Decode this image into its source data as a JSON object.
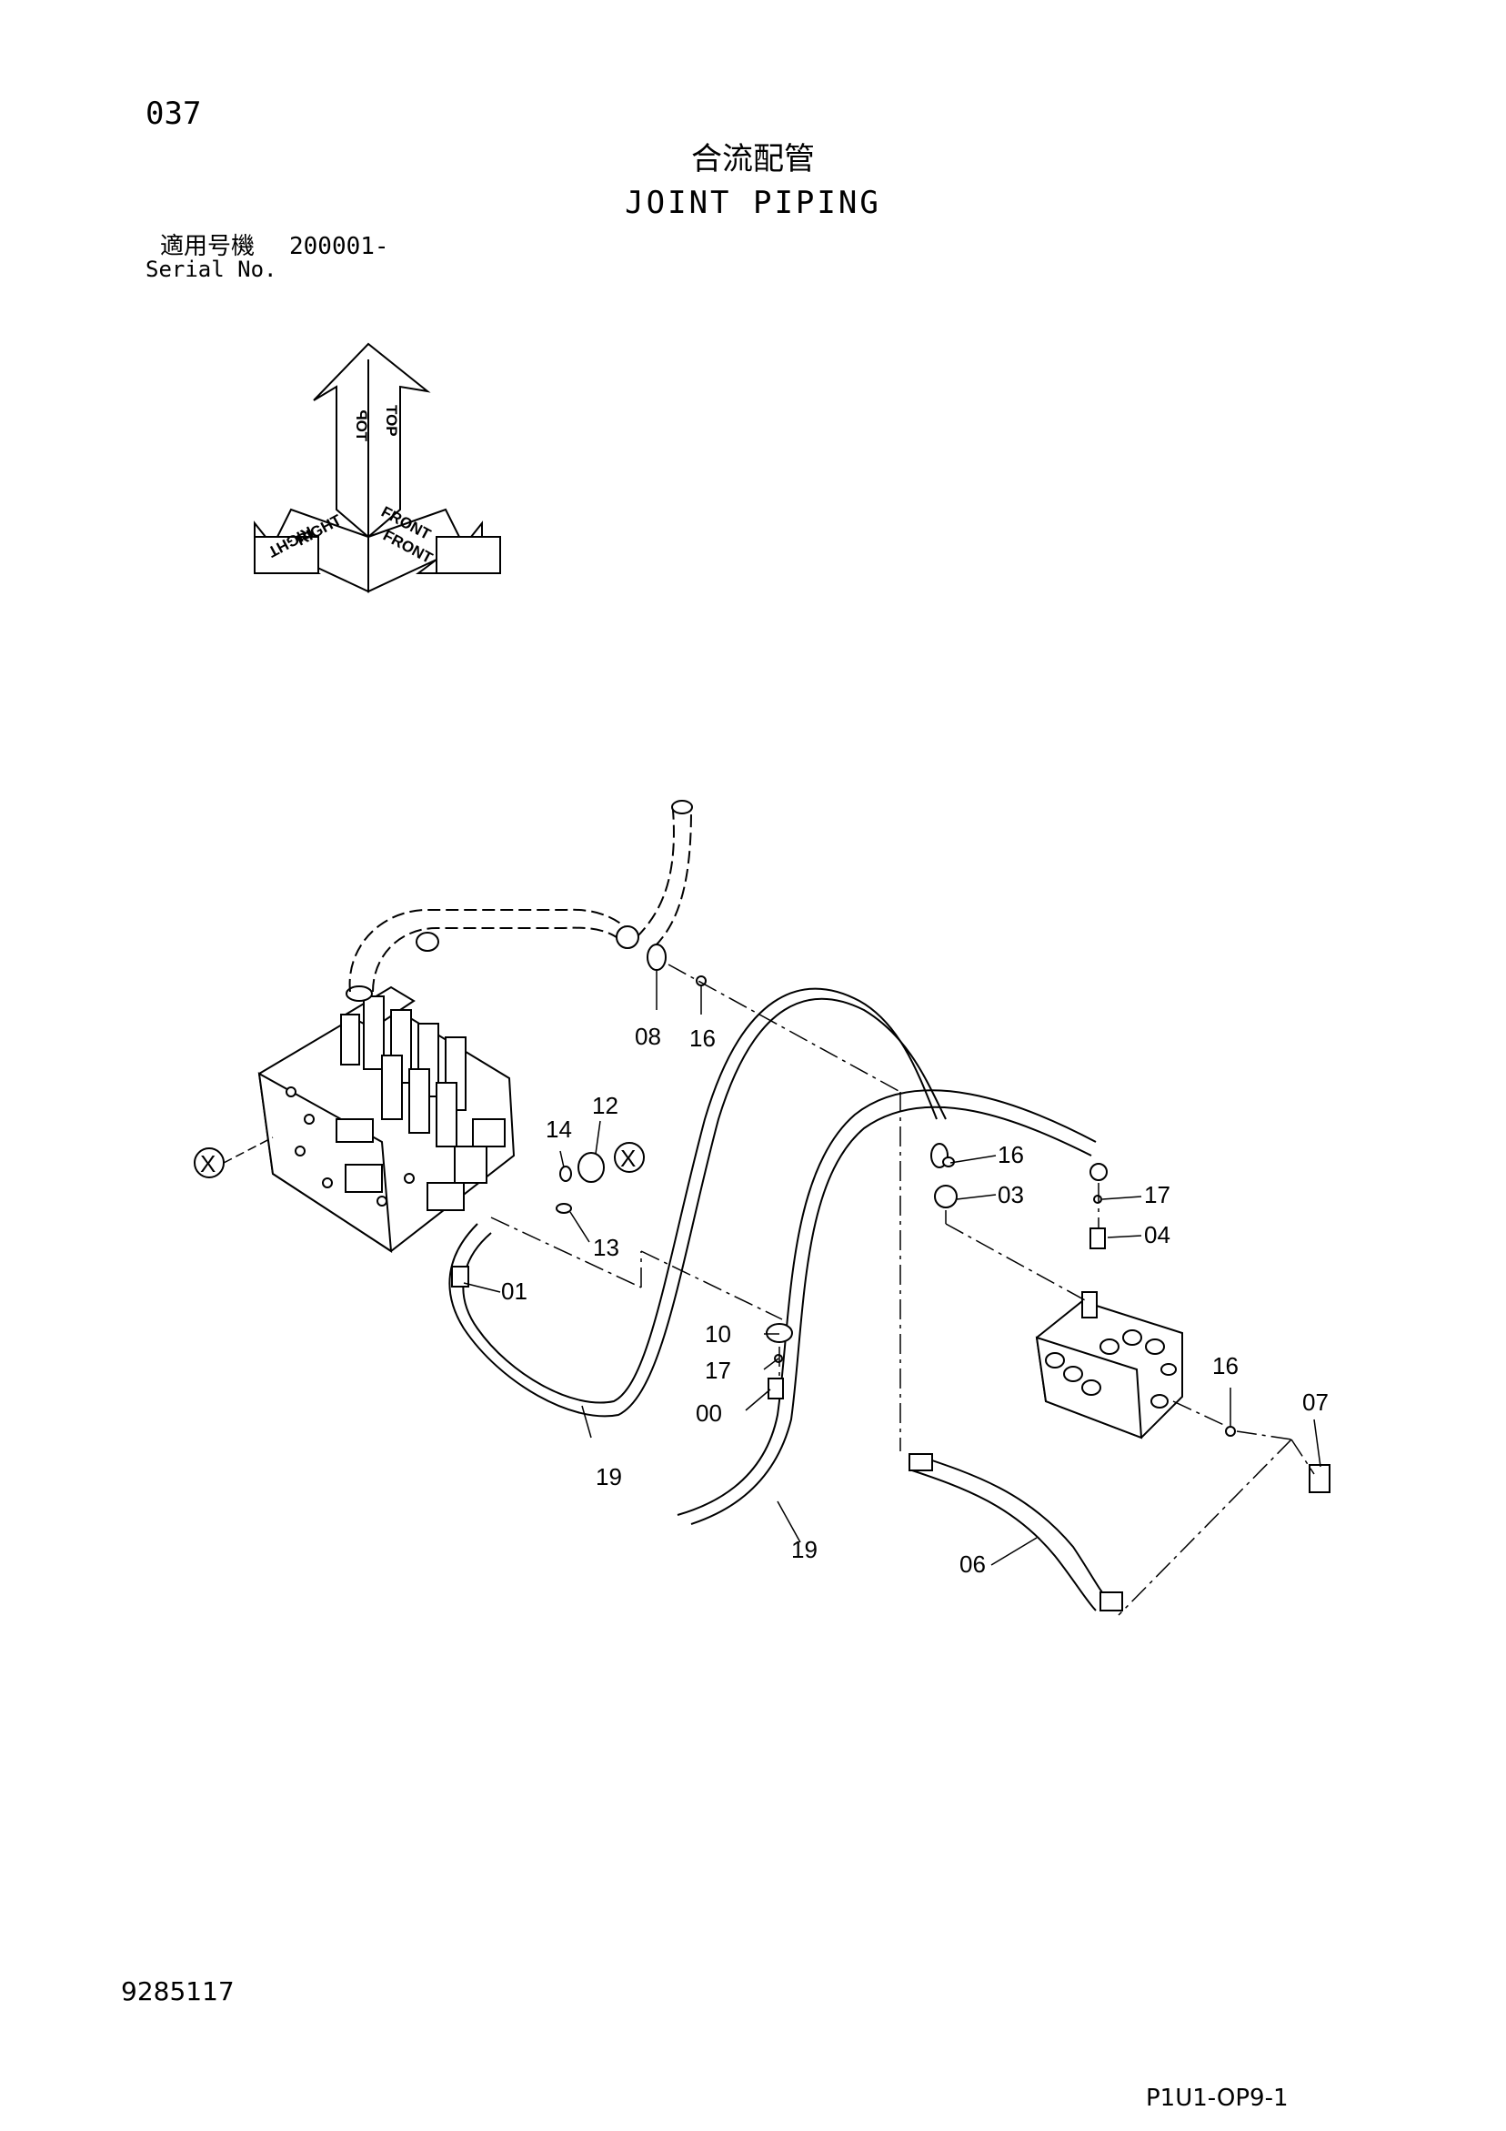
{
  "header": {
    "page_number": "037",
    "title_jp": "合流配管",
    "title_en": "JOINT PIPING",
    "serial_label_jp": "適用号機",
    "serial_value": "200001-",
    "serial_label_en": "Serial No."
  },
  "orientation": {
    "top": "TOP",
    "right": "RIGHT",
    "front": "FRONT"
  },
  "callouts": {
    "c01": "01",
    "c03": "03",
    "c04": "04",
    "c06": "06",
    "c07": "07",
    "c08": "08",
    "c10": "10",
    "c12": "12",
    "c13": "13",
    "c14": "14",
    "c16a": "16",
    "c16b": "16",
    "c16c": "16",
    "c17a": "17",
    "c17b": "17",
    "c00": "00",
    "c19a": "19",
    "c19b": "19",
    "x1": "X",
    "x2": "X"
  },
  "footer": {
    "doc_number": "9285117",
    "code": "P1U1-OP9-1"
  }
}
